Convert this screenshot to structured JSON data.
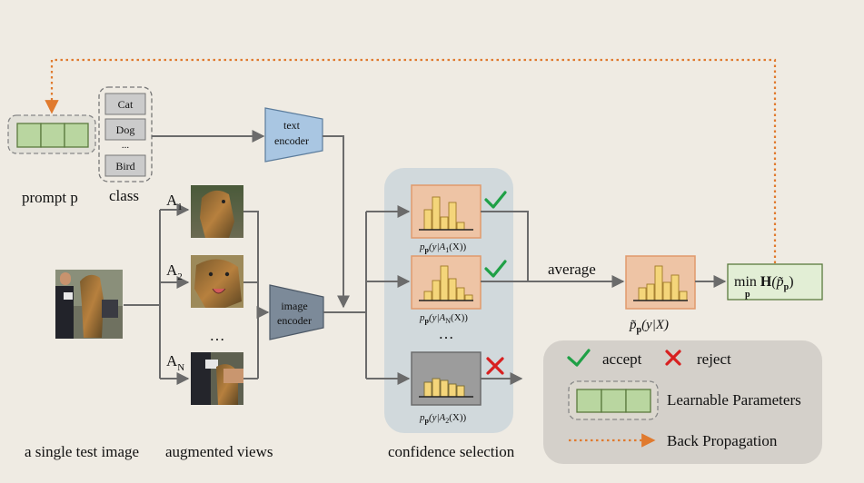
{
  "prompt": {
    "label": "prompt p"
  },
  "class_box": {
    "label": "class",
    "items": [
      "Cat",
      "Dog",
      "Bird"
    ],
    "ellipsis": "..."
  },
  "text_encoder": {
    "line1": "text",
    "line2": "encoder"
  },
  "image_encoder": {
    "line1": "image",
    "line2": "encoder"
  },
  "test_image": {
    "label": "a single test image"
  },
  "augmented": {
    "label": "augmented views",
    "views": [
      {
        "label": "A",
        "sub": "1"
      },
      {
        "label": "A",
        "sub": "2"
      },
      {
        "label": "A",
        "sub": "N"
      }
    ],
    "ellipsis": "…"
  },
  "confidence": {
    "label": "confidence selection",
    "ellipsis": "…",
    "boxes": [
      {
        "label_main": "p",
        "label_sub": "p",
        "label_rest": "(y|A",
        "label_idx": "1",
        "label_end": "(X))",
        "state": "accept",
        "values": [
          0.55,
          0.9,
          0.35,
          0.75,
          0.2
        ]
      },
      {
        "label_main": "p",
        "label_sub": "p",
        "label_rest": "(y|A",
        "label_idx": "N",
        "label_end": "(X))",
        "state": "accept",
        "values": [
          0.25,
          0.55,
          0.95,
          0.6,
          0.35,
          0.15
        ]
      },
      {
        "label_main": "p",
        "label_sub": "p",
        "label_rest": "(y|A",
        "label_idx": "2",
        "label_end": "(X))",
        "state": "reject",
        "values": [
          0.4,
          0.5,
          0.45,
          0.35,
          0.3
        ]
      }
    ]
  },
  "average": {
    "label": "average",
    "output_label": "p̃",
    "output_sub": "p",
    "output_rest": "(y|X)",
    "values": [
      0.35,
      0.45,
      0.95,
      0.5,
      0.7,
      0.25
    ]
  },
  "objective": {
    "min": "min",
    "min_sub": "p",
    "h": "H",
    "arg": "(p̃",
    "arg_sub": "p",
    "close": ")"
  },
  "legend": {
    "accept": "accept",
    "reject": "reject",
    "learnable": "Learnable Parameters",
    "backprop": "Back Propagation"
  },
  "colors": {
    "background": "#efebe3",
    "green_param": "#b9d6a0",
    "green_border": "#5a7a3e",
    "orange_box": "#eec4a5",
    "orange_border": "#e09a6c",
    "bar_fill": "#f4d57a",
    "gray_box": "#9c9c9c",
    "panel_blue": "#d1d9dc",
    "legend_panel": "#d4d0ca",
    "backprop": "#e07a2e",
    "accept": "#1fa046",
    "reject": "#d82020",
    "text_encoder": "#a9c6e2",
    "image_encoder": "#7c8a99"
  }
}
